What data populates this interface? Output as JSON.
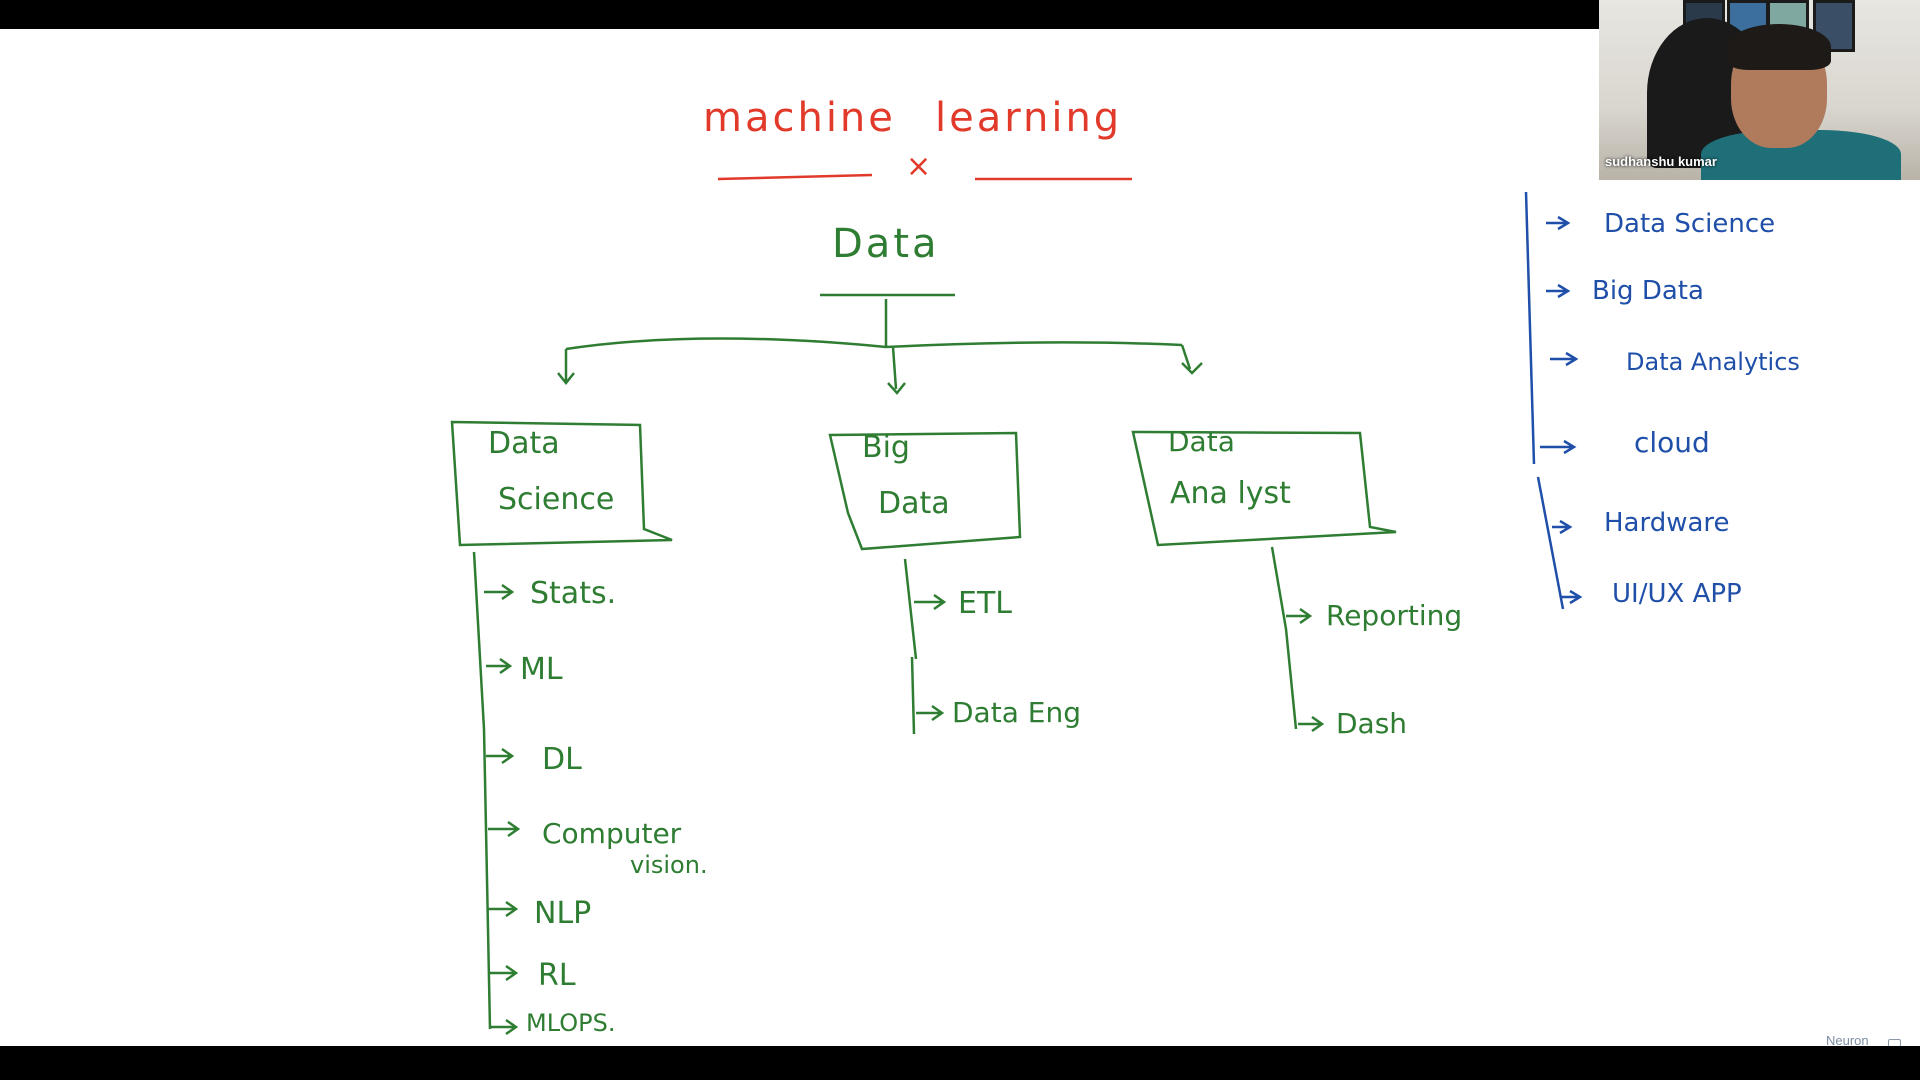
{
  "whiteboard": {
    "title_left": "machine",
    "title_right": "learning",
    "title_cross": "×",
    "root": "Data",
    "boxes": {
      "data_science": [
        "Data",
        "Science"
      ],
      "big_data": [
        "Big",
        "Data"
      ],
      "data_analyst": [
        "Data",
        "Ana lyst"
      ]
    },
    "data_science_items": [
      "Stats.",
      "ML",
      "DL",
      "Computer",
      "vision.",
      "NLP",
      "RL",
      "MLOPS."
    ],
    "big_data_items": [
      "ETL",
      "Data Eng"
    ],
    "data_analyst_items": [
      "Reporting",
      "Dash"
    ],
    "side_list": [
      "Data Science",
      "Big Data",
      "Data Analytics",
      "cloud",
      "Hardware",
      "UI/UX APP"
    ],
    "colors": {
      "title": "#e23a2a",
      "tree": "#2e7d32",
      "side_list": "#1f4fa8"
    }
  },
  "webcam": {
    "name": "sudhanshu kumar"
  },
  "branding": {
    "logo_text": "Neuron"
  }
}
